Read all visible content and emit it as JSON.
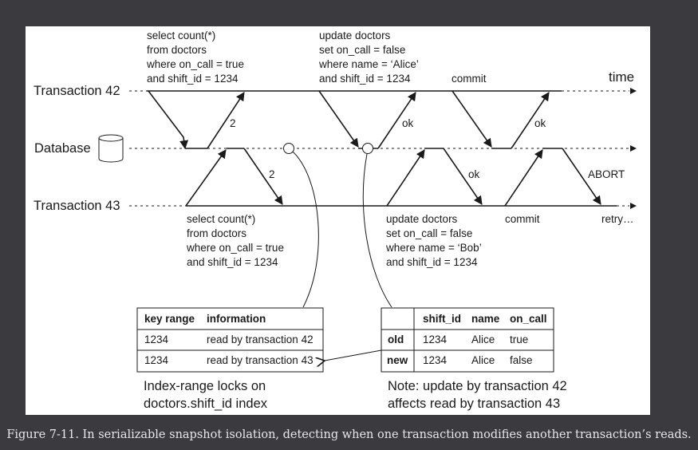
{
  "lanes": {
    "t42": "Transaction 42",
    "db": "Database",
    "t43": "Transaction 43",
    "time": "time"
  },
  "t42_query1": [
    "select count(*)",
    "from doctors",
    "where on_call = true",
    "and shift_id = 1234"
  ],
  "t42_update": [
    "update doctors",
    "set on_call = false",
    "where name = ‘Alice’",
    "and shift_id = 1234"
  ],
  "t42_commit": "commit",
  "t43_query1": [
    "select count(*)",
    "from doctors",
    "where on_call = true",
    "and shift_id = 1234"
  ],
  "t43_update": [
    "update doctors",
    "set on_call = false",
    "where name = ‘Bob’",
    "and shift_id = 1234"
  ],
  "t43_commit": "commit",
  "t43_retry": "retry…",
  "replies": {
    "t42_read": "2",
    "t43_read": "2",
    "t42_update_ok": "ok",
    "t42_commit_ok": "ok",
    "t43_update_ok": "ok",
    "t43_abort": "ABORT"
  },
  "lock_table": {
    "headers": [
      "key range",
      "information"
    ],
    "rows": [
      [
        "1234",
        "read by transaction 42"
      ],
      [
        "1234",
        "read by transaction 43"
      ]
    ],
    "note": [
      "Index-range locks on",
      "doctors.shift_id index"
    ]
  },
  "doctor_table": {
    "headers": [
      "",
      "shift_id",
      "name",
      "on_call"
    ],
    "rows": [
      [
        "old",
        "1234",
        "Alice",
        "true"
      ],
      [
        "new",
        "1234",
        "Alice",
        "false"
      ]
    ],
    "note": [
      "Note: update by transaction 42",
      "affects read by transaction 43"
    ]
  },
  "caption": "Figure 7-11. In serializable snapshot isolation, detecting when one transaction modifies another transaction’s reads."
}
